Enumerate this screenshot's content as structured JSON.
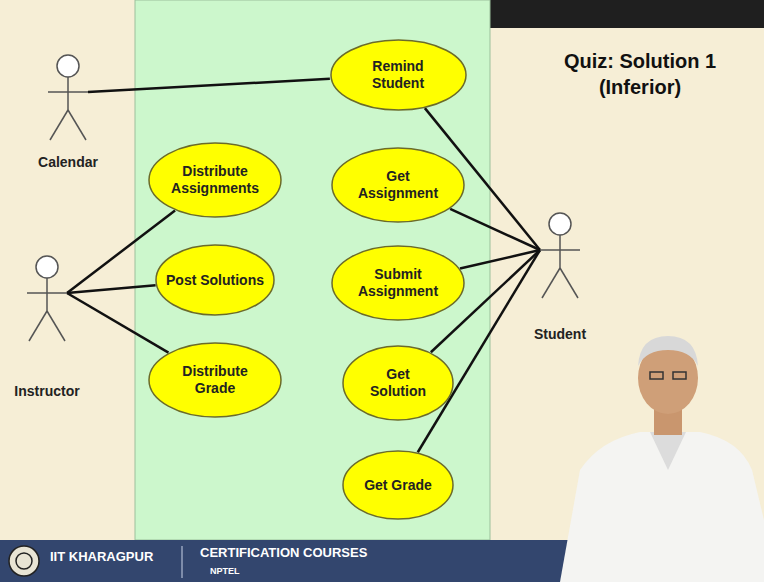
{
  "diagram": {
    "title": "Quiz: Solution 1 (Inferior)",
    "nodes": [
      {
        "text": [
          "Calendar"
        ]
      },
      {
        "text": [
          "Remind Student"
        ]
      },
      {
        "text": [
          "Distribute Assignments"
        ]
      },
      {
        "text": [
          "Get Assignment"
        ]
      },
      {
        "text": [
          "Instructor"
        ]
      },
      {
        "text": [
          "Post Solutions"
        ]
      },
      {
        "text": [
          "Submit Assignment"
        ]
      },
      {
        "text": [
          "Student"
        ]
      },
      {
        "text": [
          "Distribute Grade"
        ]
      },
      {
        "text": [
          "Get Solution"
        ]
      },
      {
        "text": [
          "Get Grade"
        ]
      }
    ],
    "edges": [
      {
        "from": 0,
        "to": 1,
        "arrow": "none"
      },
      {
        "from": 4,
        "to": 2,
        "arrow": "none"
      },
      {
        "from": 4,
        "to": 5,
        "arrow": "none"
      },
      {
        "from": 4,
        "to": 8,
        "arrow": "none"
      },
      {
        "from": 1,
        "to": 7,
        "arrow": "none"
      },
      {
        "from": 3,
        "to": 7,
        "arrow": "none"
      },
      {
        "from": 6,
        "to": 7,
        "arrow": "none"
      },
      {
        "from": 9,
        "to": 7,
        "arrow": "none"
      },
      {
        "from": 10,
        "to": 7,
        "arrow": "none"
      }
    ],
    "labels": [
      "IIT KHARAGPUR",
      "CERTIFICATION COURSES",
      "NPTEL"
    ]
  }
}
